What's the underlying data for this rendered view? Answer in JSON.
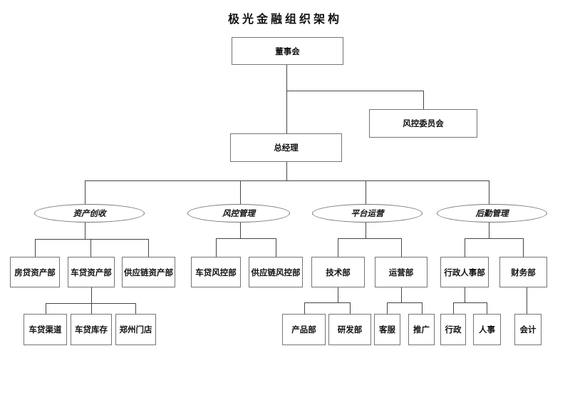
{
  "title": "极光金融组织架构",
  "colors": {
    "background": "#ffffff",
    "box_border": "#757575",
    "connector": "#464646",
    "text": "#111111"
  },
  "nodes": {
    "board": {
      "label": "董事会",
      "shape": "rect"
    },
    "risk_committee": {
      "label": "风控委员会",
      "shape": "rect"
    },
    "general_manager": {
      "label": "总经理",
      "shape": "rect"
    },
    "asset_revenue": {
      "label": "资产创收",
      "shape": "ellipse"
    },
    "risk_management": {
      "label": "风控管理",
      "shape": "ellipse"
    },
    "platform_operations": {
      "label": "平台运营",
      "shape": "ellipse"
    },
    "logistics_management": {
      "label": "后勤管理",
      "shape": "ellipse"
    },
    "mortgage_asset_dept": {
      "label": "房贷资产部",
      "shape": "rect"
    },
    "car_loan_asset_dept": {
      "label": "车贷资产部",
      "shape": "rect"
    },
    "supply_chain_asset_dept": {
      "label": "供应链资产部",
      "shape": "rect"
    },
    "car_loan_channel": {
      "label": "车贷渠道",
      "shape": "rect"
    },
    "car_loan_inventory": {
      "label": "车贷库存",
      "shape": "rect"
    },
    "zhengzhou_store": {
      "label": "郑州门店",
      "shape": "rect"
    },
    "car_loan_risk_dept": {
      "label": "车贷风控部",
      "shape": "rect"
    },
    "supply_chain_risk_dept": {
      "label": "供应链风控部",
      "shape": "rect"
    },
    "tech_dept": {
      "label": "技术部",
      "shape": "rect"
    },
    "operations_dept": {
      "label": "运营部",
      "shape": "rect"
    },
    "product_dept": {
      "label": "产品部",
      "shape": "rect"
    },
    "rd_dept": {
      "label": "研发部",
      "shape": "rect"
    },
    "customer_service": {
      "label": "客服",
      "shape": "rect"
    },
    "promotion": {
      "label": "推广",
      "shape": "rect"
    },
    "admin_hr_dept": {
      "label": "行政人事部",
      "shape": "rect"
    },
    "finance_dept": {
      "label": "财务部",
      "shape": "rect"
    },
    "admin": {
      "label": "行政",
      "shape": "rect"
    },
    "hr": {
      "label": "人事",
      "shape": "rect"
    },
    "accounting": {
      "label": "会计",
      "shape": "rect"
    }
  },
  "edges": [
    [
      "board",
      "risk_committee"
    ],
    [
      "board",
      "general_manager"
    ],
    [
      "general_manager",
      "asset_revenue"
    ],
    [
      "general_manager",
      "risk_management"
    ],
    [
      "general_manager",
      "platform_operations"
    ],
    [
      "general_manager",
      "logistics_management"
    ],
    [
      "asset_revenue",
      "mortgage_asset_dept"
    ],
    [
      "asset_revenue",
      "car_loan_asset_dept"
    ],
    [
      "asset_revenue",
      "supply_chain_asset_dept"
    ],
    [
      "car_loan_asset_dept",
      "car_loan_channel"
    ],
    [
      "car_loan_asset_dept",
      "car_loan_inventory"
    ],
    [
      "car_loan_asset_dept",
      "zhengzhou_store"
    ],
    [
      "risk_management",
      "car_loan_risk_dept"
    ],
    [
      "risk_management",
      "supply_chain_risk_dept"
    ],
    [
      "platform_operations",
      "tech_dept"
    ],
    [
      "platform_operations",
      "operations_dept"
    ],
    [
      "tech_dept",
      "product_dept"
    ],
    [
      "tech_dept",
      "rd_dept"
    ],
    [
      "operations_dept",
      "customer_service"
    ],
    [
      "operations_dept",
      "promotion"
    ],
    [
      "logistics_management",
      "admin_hr_dept"
    ],
    [
      "logistics_management",
      "finance_dept"
    ],
    [
      "admin_hr_dept",
      "admin"
    ],
    [
      "admin_hr_dept",
      "hr"
    ],
    [
      "finance_dept",
      "accounting"
    ]
  ]
}
